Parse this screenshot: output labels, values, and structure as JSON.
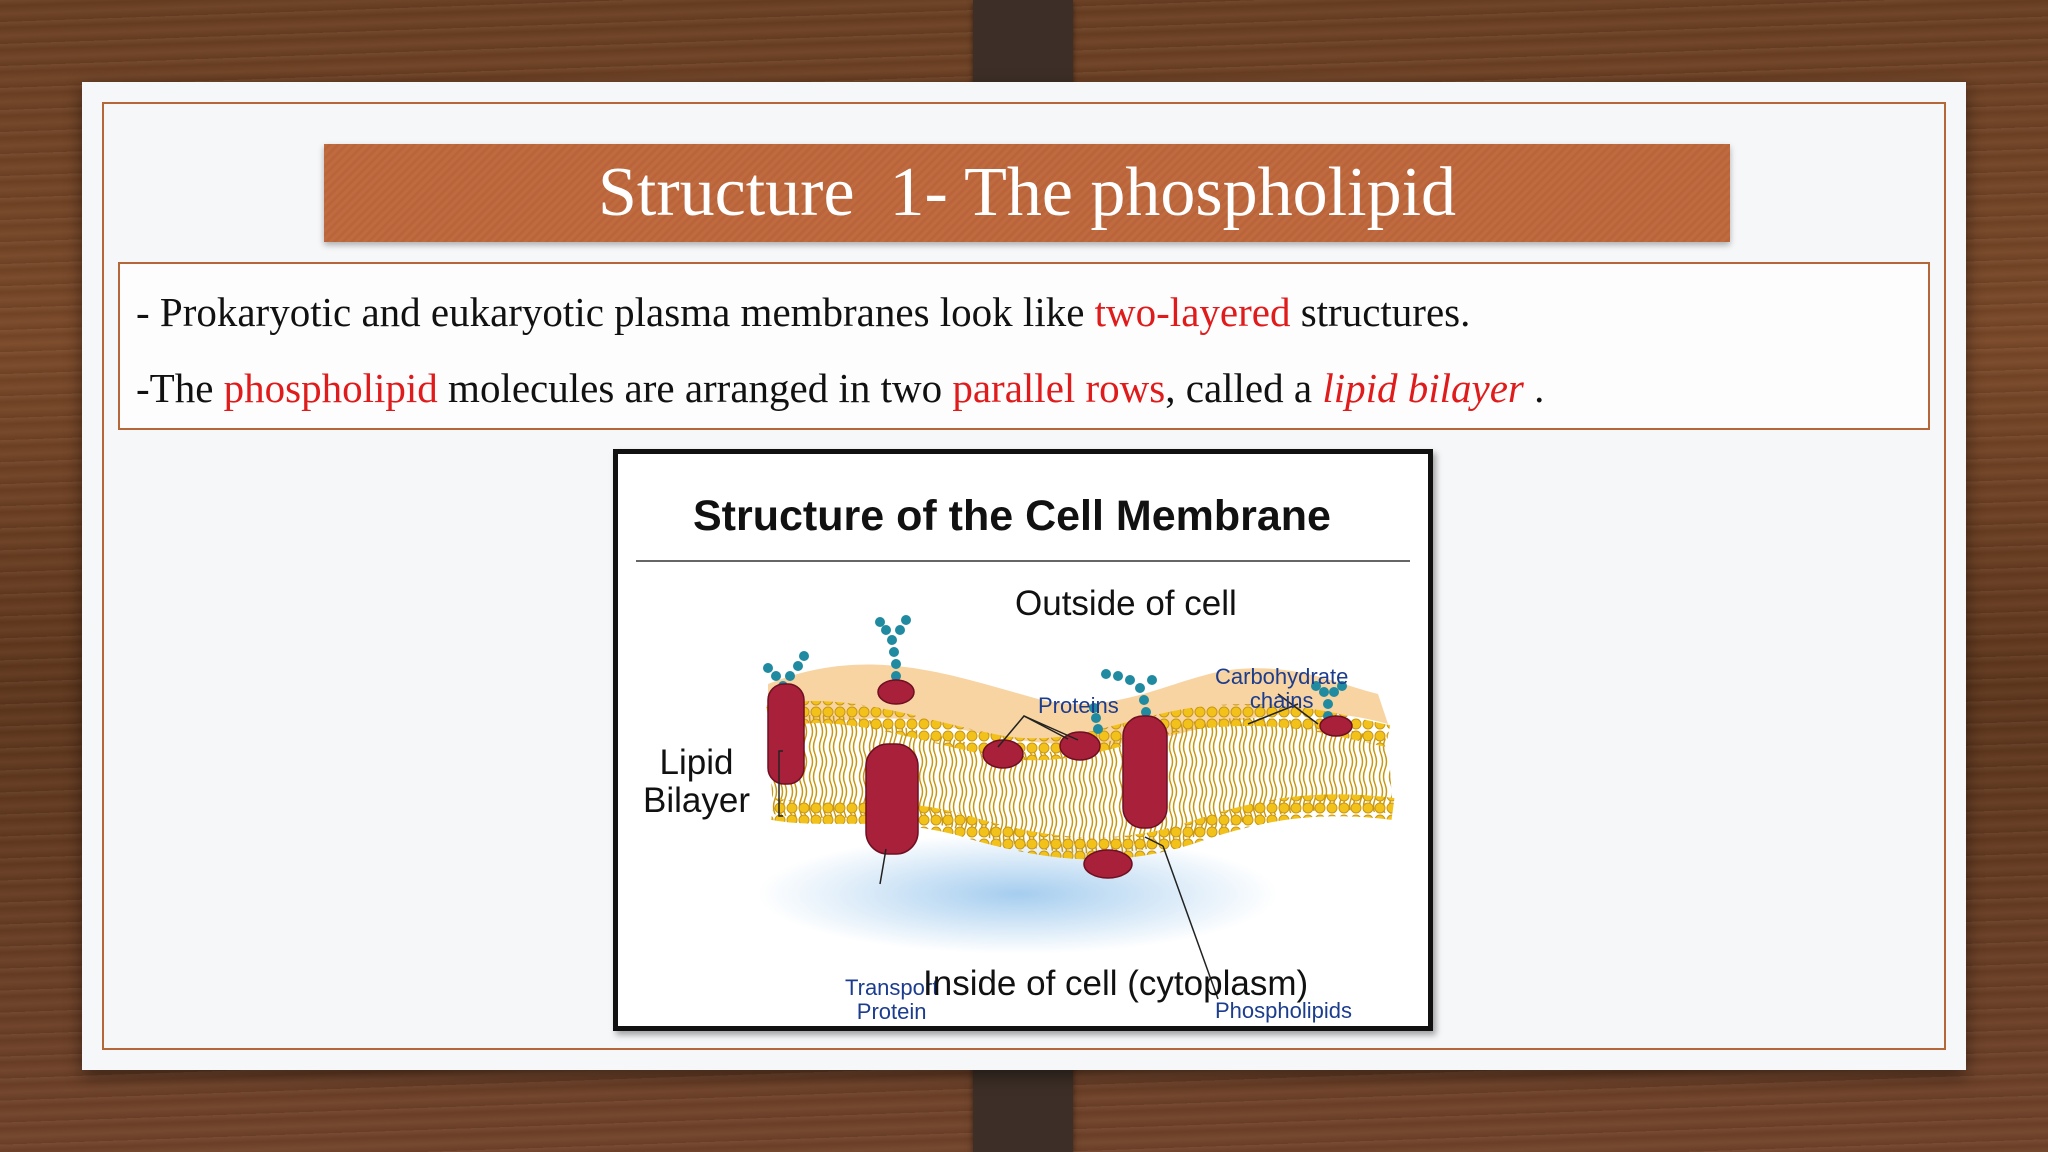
{
  "slide": {
    "title": "Structure  1- The phospholipid",
    "line1": {
      "prefix": "- Prokaryotic and eukaryotic plasma membranes look like ",
      "highlight": "two-layered",
      "suffix": " structures."
    },
    "line2": {
      "prefix": "-The ",
      "highlight1": "phospholipid",
      "middle": " molecules are arranged in two ",
      "highlight2": "parallel rows",
      "middle2": ", called a ",
      "highlight3": "lipid bilayer",
      "suffix": " ."
    }
  },
  "figure": {
    "title": "Structure of the Cell Membrane",
    "outside_label": "Outside of cell",
    "inside_label": "Inside of cell (cytoplasm)",
    "lipid_label_1": "Lipid",
    "lipid_label_2": "Bilayer",
    "carbohydrate_label_1": "Carbohydrate",
    "carbohydrate_label_2": "chains",
    "proteins_label": "Proteins",
    "transport_label_1": "Transport",
    "transport_label_2": "Protein",
    "phospholipids_label": "Phospholipids"
  },
  "colors": {
    "banner": "#c06b3f",
    "frame": "#b5663b",
    "highlight": "#e01b1b",
    "label_blue": "#1c3c8e",
    "bead_yellow": "#f2c21b",
    "protein_red": "#a8203a",
    "carb_teal": "#1f8aa0"
  }
}
